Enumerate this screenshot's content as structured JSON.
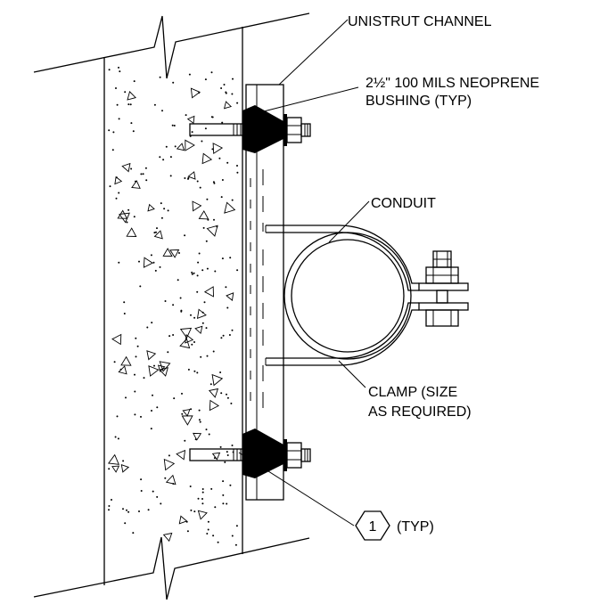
{
  "labels": {
    "unistrut": "UNISTRUT CHANNEL",
    "bushing_line1": "2½\" 100 MILS NEOPRENE",
    "bushing_line2": "BUSHING (TYP)",
    "conduit": "CONDUIT",
    "clamp_line1": "CLAMP (SIZE",
    "clamp_line2": "AS REQUIRED)",
    "note_tag": "1",
    "note_suffix": "(TYP)"
  },
  "colors": {
    "line": "#000000",
    "background": "#ffffff",
    "bushing_fill": "#000000"
  },
  "icons": {
    "note_tag_shape": "hexagon"
  }
}
